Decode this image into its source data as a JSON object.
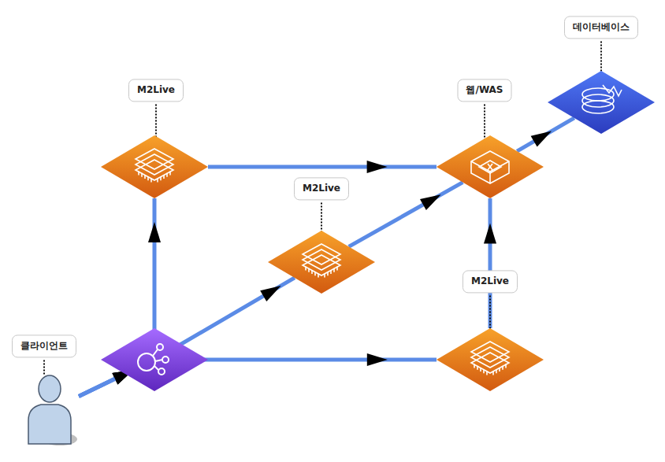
{
  "diagram": {
    "nodes": [
      {
        "text": [
          "데이터베이스"
        ]
      },
      {
        "text": [
          "M2Live"
        ]
      },
      {
        "text": [
          "웹/WAS"
        ]
      },
      {
        "text": [
          "M2Live"
        ]
      },
      {
        "text": [
          "M2Live"
        ]
      },
      {
        "text": [
          "클라이언트"
        ]
      }
    ],
    "edges": [
      {
        "from": 5,
        "to": 1,
        "arrow": "to"
      },
      {
        "from": 5,
        "to": 3,
        "arrow": "to"
      },
      {
        "from": 5,
        "to": 4,
        "arrow": "to"
      },
      {
        "from": 1,
        "to": 2,
        "arrow": "to"
      },
      {
        "from": 3,
        "to": 2,
        "arrow": "to"
      },
      {
        "from": 4,
        "to": 2,
        "arrow": "to"
      },
      {
        "from": 2,
        "to": 0,
        "arrow": "to"
      }
    ]
  }
}
